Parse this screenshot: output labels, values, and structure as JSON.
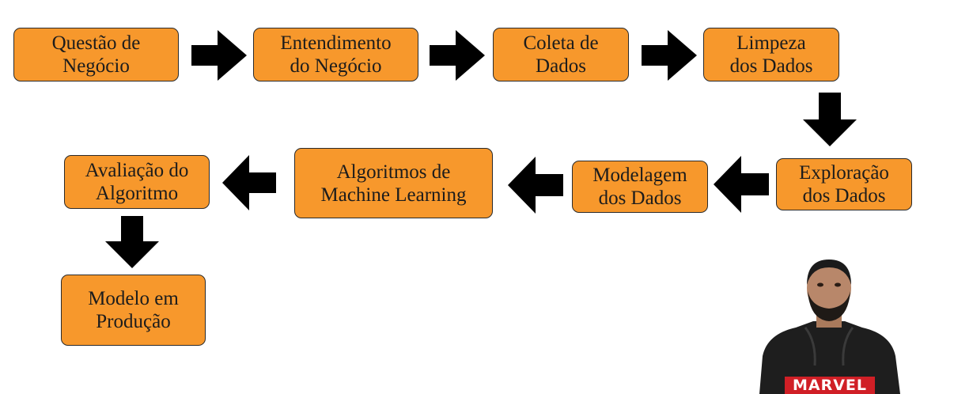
{
  "flow": {
    "steps": [
      {
        "line1": "Questão de",
        "line2": "Negócio"
      },
      {
        "line1": "Entendimento",
        "line2": "do Negócio"
      },
      {
        "line1": "Coleta de",
        "line2": "Dados"
      },
      {
        "line1": "Limpeza",
        "line2": "dos Dados"
      },
      {
        "line1": "Exploração",
        "line2": "dos Dados"
      },
      {
        "line1": "Modelagem",
        "line2": "dos Dados"
      },
      {
        "line1": "Algoritmos de",
        "line2": "Machine Learning"
      },
      {
        "line1": "Avaliação do",
        "line2": "Algoritmo"
      },
      {
        "line1": "Modelo em",
        "line2": "Produção"
      }
    ]
  },
  "presenter": {
    "shirt_text": "MARVEL"
  },
  "colors": {
    "box_fill": "#f7982c",
    "box_border": "#2a2a2a",
    "arrow": "#000000"
  }
}
